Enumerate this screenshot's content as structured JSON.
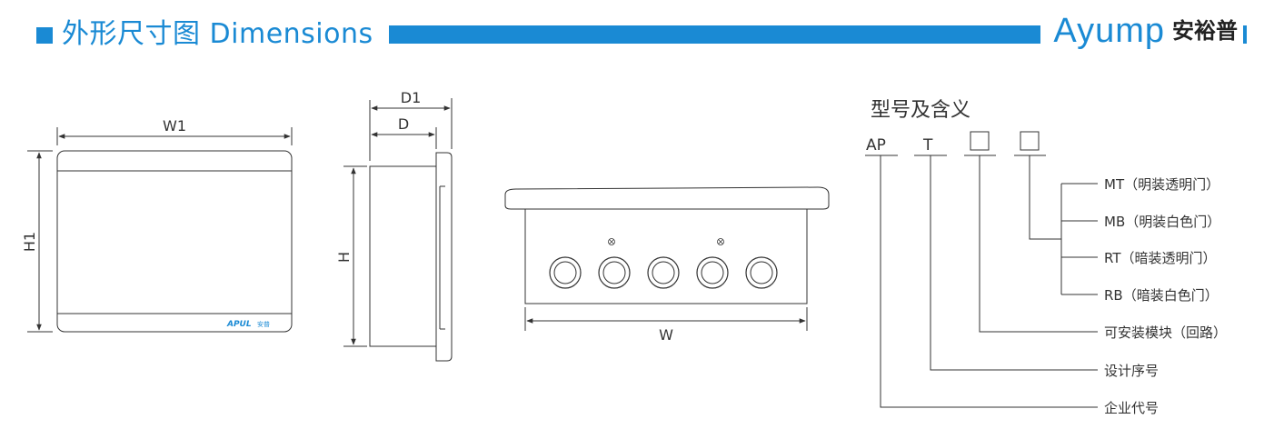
{
  "header": {
    "title": "外形尺寸图 Dimensions",
    "brand_en": "Ayump",
    "brand_cn": "安裕普",
    "accent_color": "#1a8ad4"
  },
  "front_view": {
    "width_label": "W1",
    "height_label": "H1",
    "logo_en": "APUL",
    "logo_cn": "安普"
  },
  "side_view": {
    "d1_label": "D1",
    "d_label": "D",
    "h_label": "H"
  },
  "bottom_view": {
    "w_label": "W",
    "knockout_count": 5,
    "screw_count": 2
  },
  "model_legend": {
    "title": "型号及含义",
    "codes": [
      "AP",
      "T"
    ],
    "door_options": [
      "MT（明装透明门）",
      "MB（明装白色门）",
      "RT（暗装透明门）",
      "RB（暗装白色门）"
    ],
    "module_label": "可安装模块（回路）",
    "design_label": "设计序号",
    "company_label": "企业代号"
  }
}
